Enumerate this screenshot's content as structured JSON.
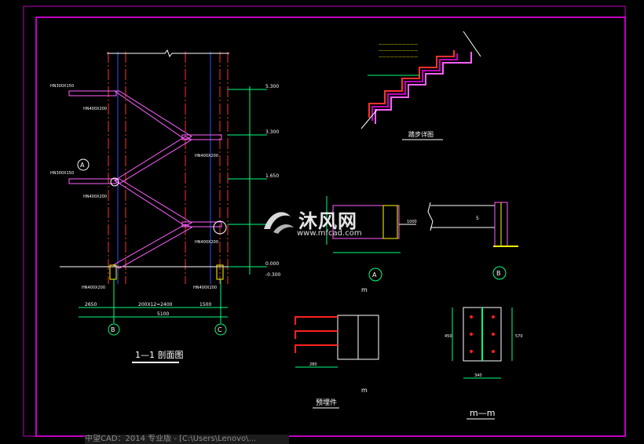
{
  "colors": {
    "frame": "#c000c0",
    "grid": "#ff3030",
    "column": "#3050ff",
    "member": "#ff60ff",
    "text": "#ffffff",
    "dim": "#00ff7f",
    "accent": "#ffff00",
    "red": "#ff2020"
  },
  "section_1_1": {
    "title": "1—1 剖面图",
    "axis_b": "B",
    "axis_c": "C",
    "axis_a": "A",
    "dim_left": "2650",
    "dim_mid": "200X12=2400",
    "dim_right": "1500",
    "dim_total": "5100",
    "elev_top": "5.300",
    "elev_2": "3.300",
    "elev_3": "1.650",
    "elev_4": "0.000",
    "elev_5": "-0.300",
    "beam_1": "HN400X200",
    "beam_2": "HN300X150",
    "stair_label": "踏步详图"
  },
  "detail_a": {
    "label": "A",
    "dim": "1000"
  },
  "detail_b": {
    "label": "B",
    "dim": "5"
  },
  "embedded_part": {
    "title": "预埋件",
    "mark": "m",
    "dim": "280"
  },
  "section_m_m": {
    "title": "m—m",
    "dim_w": "340",
    "dim_h": "450",
    "dim_side": "570"
  },
  "watermark": {
    "text": "沐风网",
    "url": "www.mfcad.com"
  },
  "status": {
    "text": "中望CAD：2014 专业版 - [C:\\Users\\Lenovo\\..."
  }
}
